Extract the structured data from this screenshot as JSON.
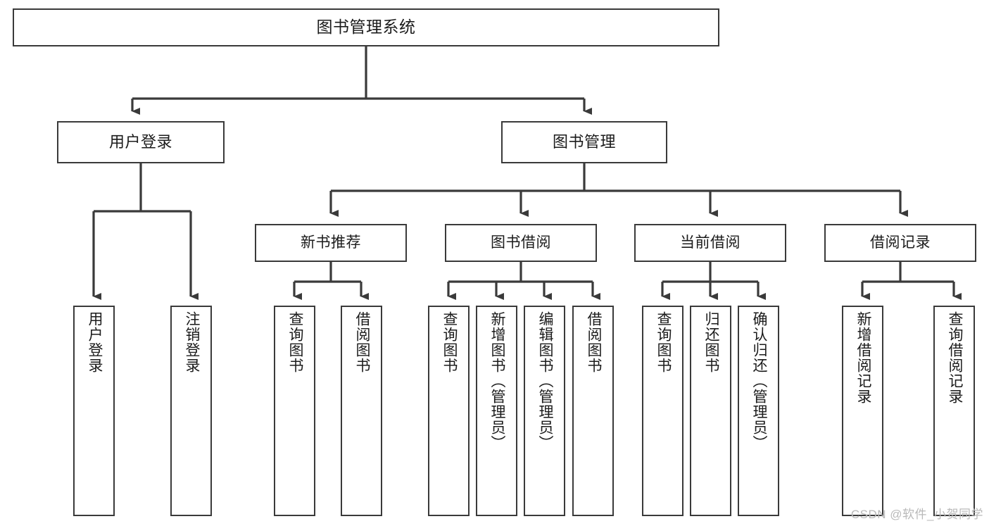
{
  "diagram": {
    "title": "图书管理系统",
    "type": "tree-hierarchy",
    "orientation": "top-down",
    "watermark": "CSDN @软件_小贺同学",
    "colors": {
      "background": "#ffffff",
      "node_border": "#3a3a3a",
      "node_fill": "#ffffff",
      "edge": "#3a3a3a",
      "text": "#1b1b1b",
      "watermark": "#b9b9b9"
    },
    "nodes": {
      "root": {
        "label": "图书管理系统"
      },
      "level1": [
        {
          "id": "user-login",
          "label": "用户登录"
        },
        {
          "id": "book-manage",
          "label": "图书管理"
        }
      ],
      "level2": [
        {
          "id": "new-book-rec",
          "label": "新书推荐"
        },
        {
          "id": "book-borrow",
          "label": "图书借阅"
        },
        {
          "id": "current-borrow",
          "label": "当前借阅"
        },
        {
          "id": "borrow-record",
          "label": "借阅记录"
        }
      ],
      "leaves": {
        "user_login": [
          {
            "id": "leaf-user-login",
            "label": "用户登录"
          },
          {
            "id": "leaf-logout",
            "label": "注销登录"
          }
        ],
        "new_book_rec": [
          {
            "id": "leaf-query-book-1",
            "label": "查询图书"
          },
          {
            "id": "leaf-borrow-book-1",
            "label": "借阅图书"
          }
        ],
        "book_borrow": [
          {
            "id": "leaf-query-book-2",
            "label": "查询图书"
          },
          {
            "id": "leaf-add-book",
            "label": "新增图书（管理员）"
          },
          {
            "id": "leaf-edit-book",
            "label": "编辑图书（管理员）"
          },
          {
            "id": "leaf-borrow-book-2",
            "label": "借阅图书"
          }
        ],
        "current_borrow": [
          {
            "id": "leaf-query-book-3",
            "label": "查询图书"
          },
          {
            "id": "leaf-return-book",
            "label": "归还图书"
          },
          {
            "id": "leaf-confirm-return",
            "label": "确认归还（管理员）"
          }
        ],
        "borrow_record": [
          {
            "id": "leaf-add-record",
            "label": "新增借阅记录"
          },
          {
            "id": "leaf-query-record",
            "label": "查询借阅记录"
          }
        ]
      }
    }
  }
}
